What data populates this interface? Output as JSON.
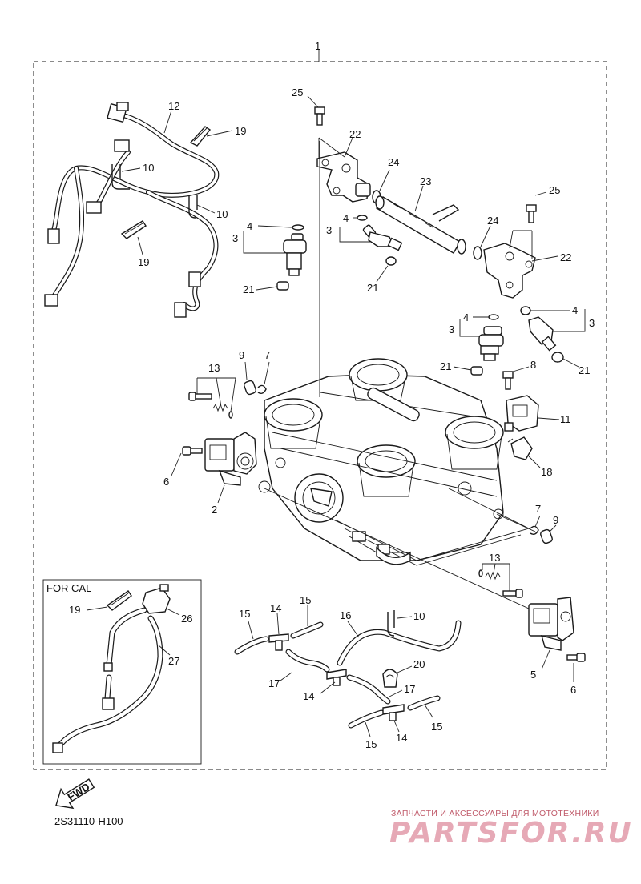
{
  "diagram": {
    "part_numbers": {
      "p1": "1",
      "p2": "2",
      "p3a": "3",
      "p3b": "3",
      "p3c": "3",
      "p3d": "3",
      "p4a": "4",
      "p4b": "4",
      "p4c": "4",
      "p4d": "4",
      "p5": "5",
      "p6a": "6",
      "p6b": "6",
      "p7a": "7",
      "p7b": "7",
      "p8": "8",
      "p9a": "9",
      "p9b": "9",
      "p10a": "10",
      "p10b": "10",
      "p10c": "10",
      "p11": "11",
      "p12": "12",
      "p13a": "13",
      "p13b": "13",
      "p14a": "14",
      "p14b": "14",
      "p14c": "14",
      "p15a": "15",
      "p15b": "15",
      "p15c": "15",
      "p15d": "15",
      "p16": "16",
      "p17a": "17",
      "p17b": "17",
      "p18": "18",
      "p19a": "19",
      "p19b": "19",
      "p19c": "19",
      "p20": "20",
      "p21a": "21",
      "p21b": "21",
      "p21c": "21",
      "p21d": "21",
      "p22a": "22",
      "p22b": "22",
      "p23": "23",
      "p24a": "24",
      "p24b": "24",
      "p25a": "25",
      "p25b": "25",
      "p26": "26",
      "p27": "27"
    },
    "inset_title": "FOR CAL",
    "fwd_label": "FWD",
    "diagram_code": "2S31110-H100"
  },
  "watermark": {
    "tagline": "ЗАПЧАСТИ И АКСЕССУАРЫ ДЛЯ МОТОТЕХНИКИ",
    "brand": "PARTSFOR.RU",
    "color": "#e6a9b6"
  }
}
